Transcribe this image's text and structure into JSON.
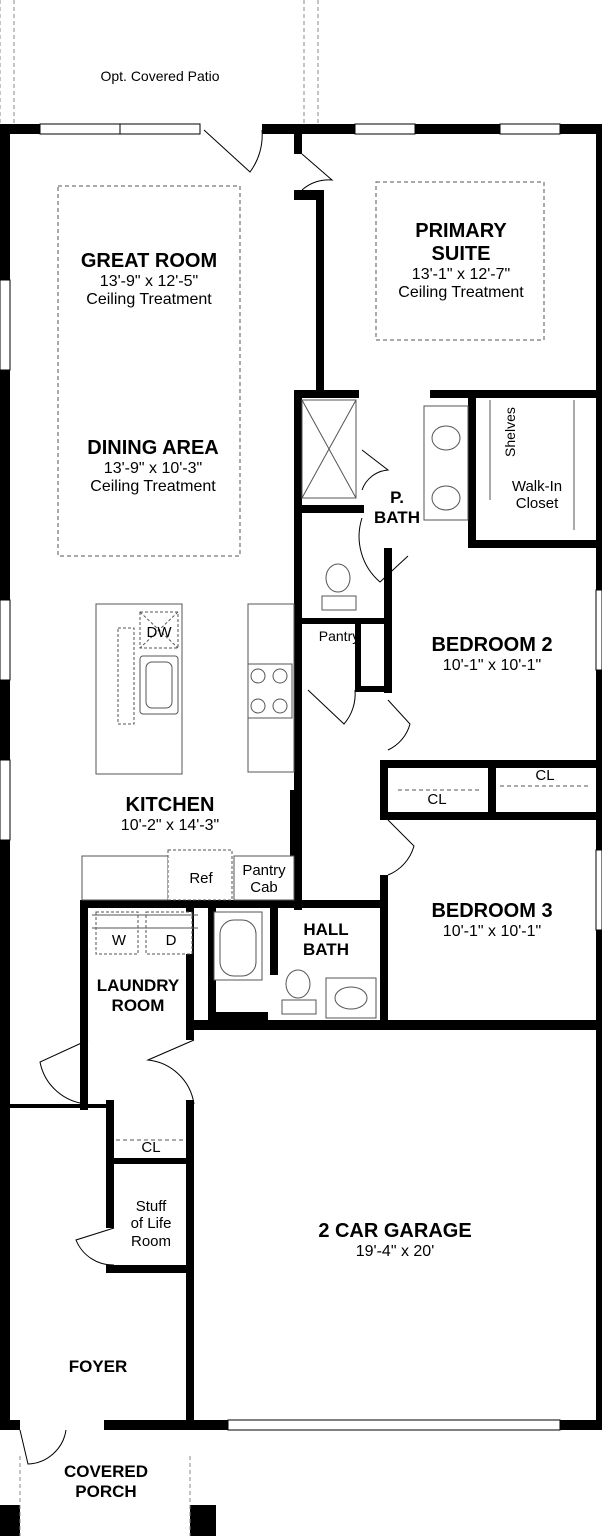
{
  "rooms": {
    "patio": {
      "name": "Opt. Covered Patio"
    },
    "great_room": {
      "name": "GREAT ROOM",
      "size": "13'-9\" x 12'-5\"",
      "note": "Ceiling Treatment"
    },
    "dining": {
      "name": "DINING AREA",
      "size": "13'-9\" x 10'-3\"",
      "note": "Ceiling Treatment"
    },
    "primary_suite": {
      "name_line1": "PRIMARY",
      "name_line2": "SUITE",
      "size": "13'-1\" x 12'-7\"",
      "note": "Ceiling Treatment"
    },
    "p_bath": {
      "line1": "P.",
      "line2": "BATH"
    },
    "walk_in": {
      "line1": "Walk-In",
      "line2": "Closet",
      "shelves": "Shelves"
    },
    "pantry": {
      "name": "Pantry"
    },
    "bedroom2": {
      "name": "BEDROOM 2",
      "size": "10'-1\" x 10'-1\""
    },
    "bedroom3": {
      "name": "BEDROOM 3",
      "size": "10'-1\" x 10'-1\""
    },
    "kitchen": {
      "name": "KITCHEN",
      "size": "10'-2\" x 14'-3\"",
      "dw": "DW",
      "ref": "Ref",
      "pantry_cab_line1": "Pantry",
      "pantry_cab_line2": "Cab"
    },
    "closet_labels": {
      "cl_b2": "CL",
      "cl_b3": "CL",
      "cl_foyer": "CL"
    },
    "hall_bath": {
      "line1": "HALL",
      "line2": "BATH"
    },
    "laundry": {
      "line1": "LAUNDRY",
      "line2": "ROOM",
      "washer": "W",
      "dryer": "D"
    },
    "stuff_room": {
      "line1": "Stuff",
      "line2": "of Life",
      "line3": "Room"
    },
    "garage": {
      "name": "2 CAR GARAGE",
      "size": "19'-4\" x 20'"
    },
    "foyer": {
      "name": "FOYER"
    },
    "porch": {
      "line1": "COVERED",
      "line2": "PORCH"
    }
  }
}
